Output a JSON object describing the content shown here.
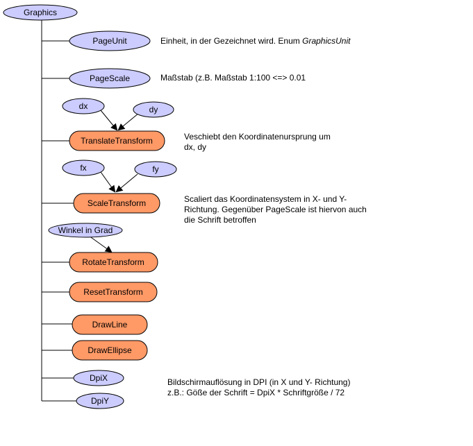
{
  "colors": {
    "property_fill": "#ccccff",
    "method_fill": "#ff9966",
    "stroke": "#000000",
    "connector": "#000000"
  },
  "nodes": {
    "graphics": "Graphics",
    "page_unit": "PageUnit",
    "page_scale": "PageScale",
    "dx": "dx",
    "dy": "dy",
    "translate_transform": "TranslateTransform",
    "fx": "fx",
    "fy": "fy",
    "scale_transform": "ScaleTransform",
    "winkel": "Winkel in Grad",
    "rotate_transform": "RotateTransform",
    "reset_transform": "ResetTransform",
    "draw_line": "DrawLine",
    "draw_ellipse": "DrawEllipse",
    "dpix": "DpiX",
    "dpiy": "DpiY"
  },
  "descriptions": {
    "page_unit_text": "Einheit, in der Gezeichnet wird. Enum ",
    "page_unit_enum": "GraphicsUnit",
    "page_scale": "Maßstab (z.B. Maßstab 1:100 <=> 0.01",
    "translate_line1": "Veschiebt den Koordinatenursprung um",
    "translate_line2": "dx, dy",
    "scale_line1": "Scaliert das Koordinatensystem in X- und Y-",
    "scale_line2": "Richtung. Gegenüber PageScale ist hiervon auch",
    "scale_line3": "die Schrift betroffen",
    "dpi_line1": "Bildschirmauflösung in DPI (in X und Y- Richtung)",
    "dpi_line2": "z.B.: Göße der Schrift = DpiX * Schriftgröße / 72"
  }
}
